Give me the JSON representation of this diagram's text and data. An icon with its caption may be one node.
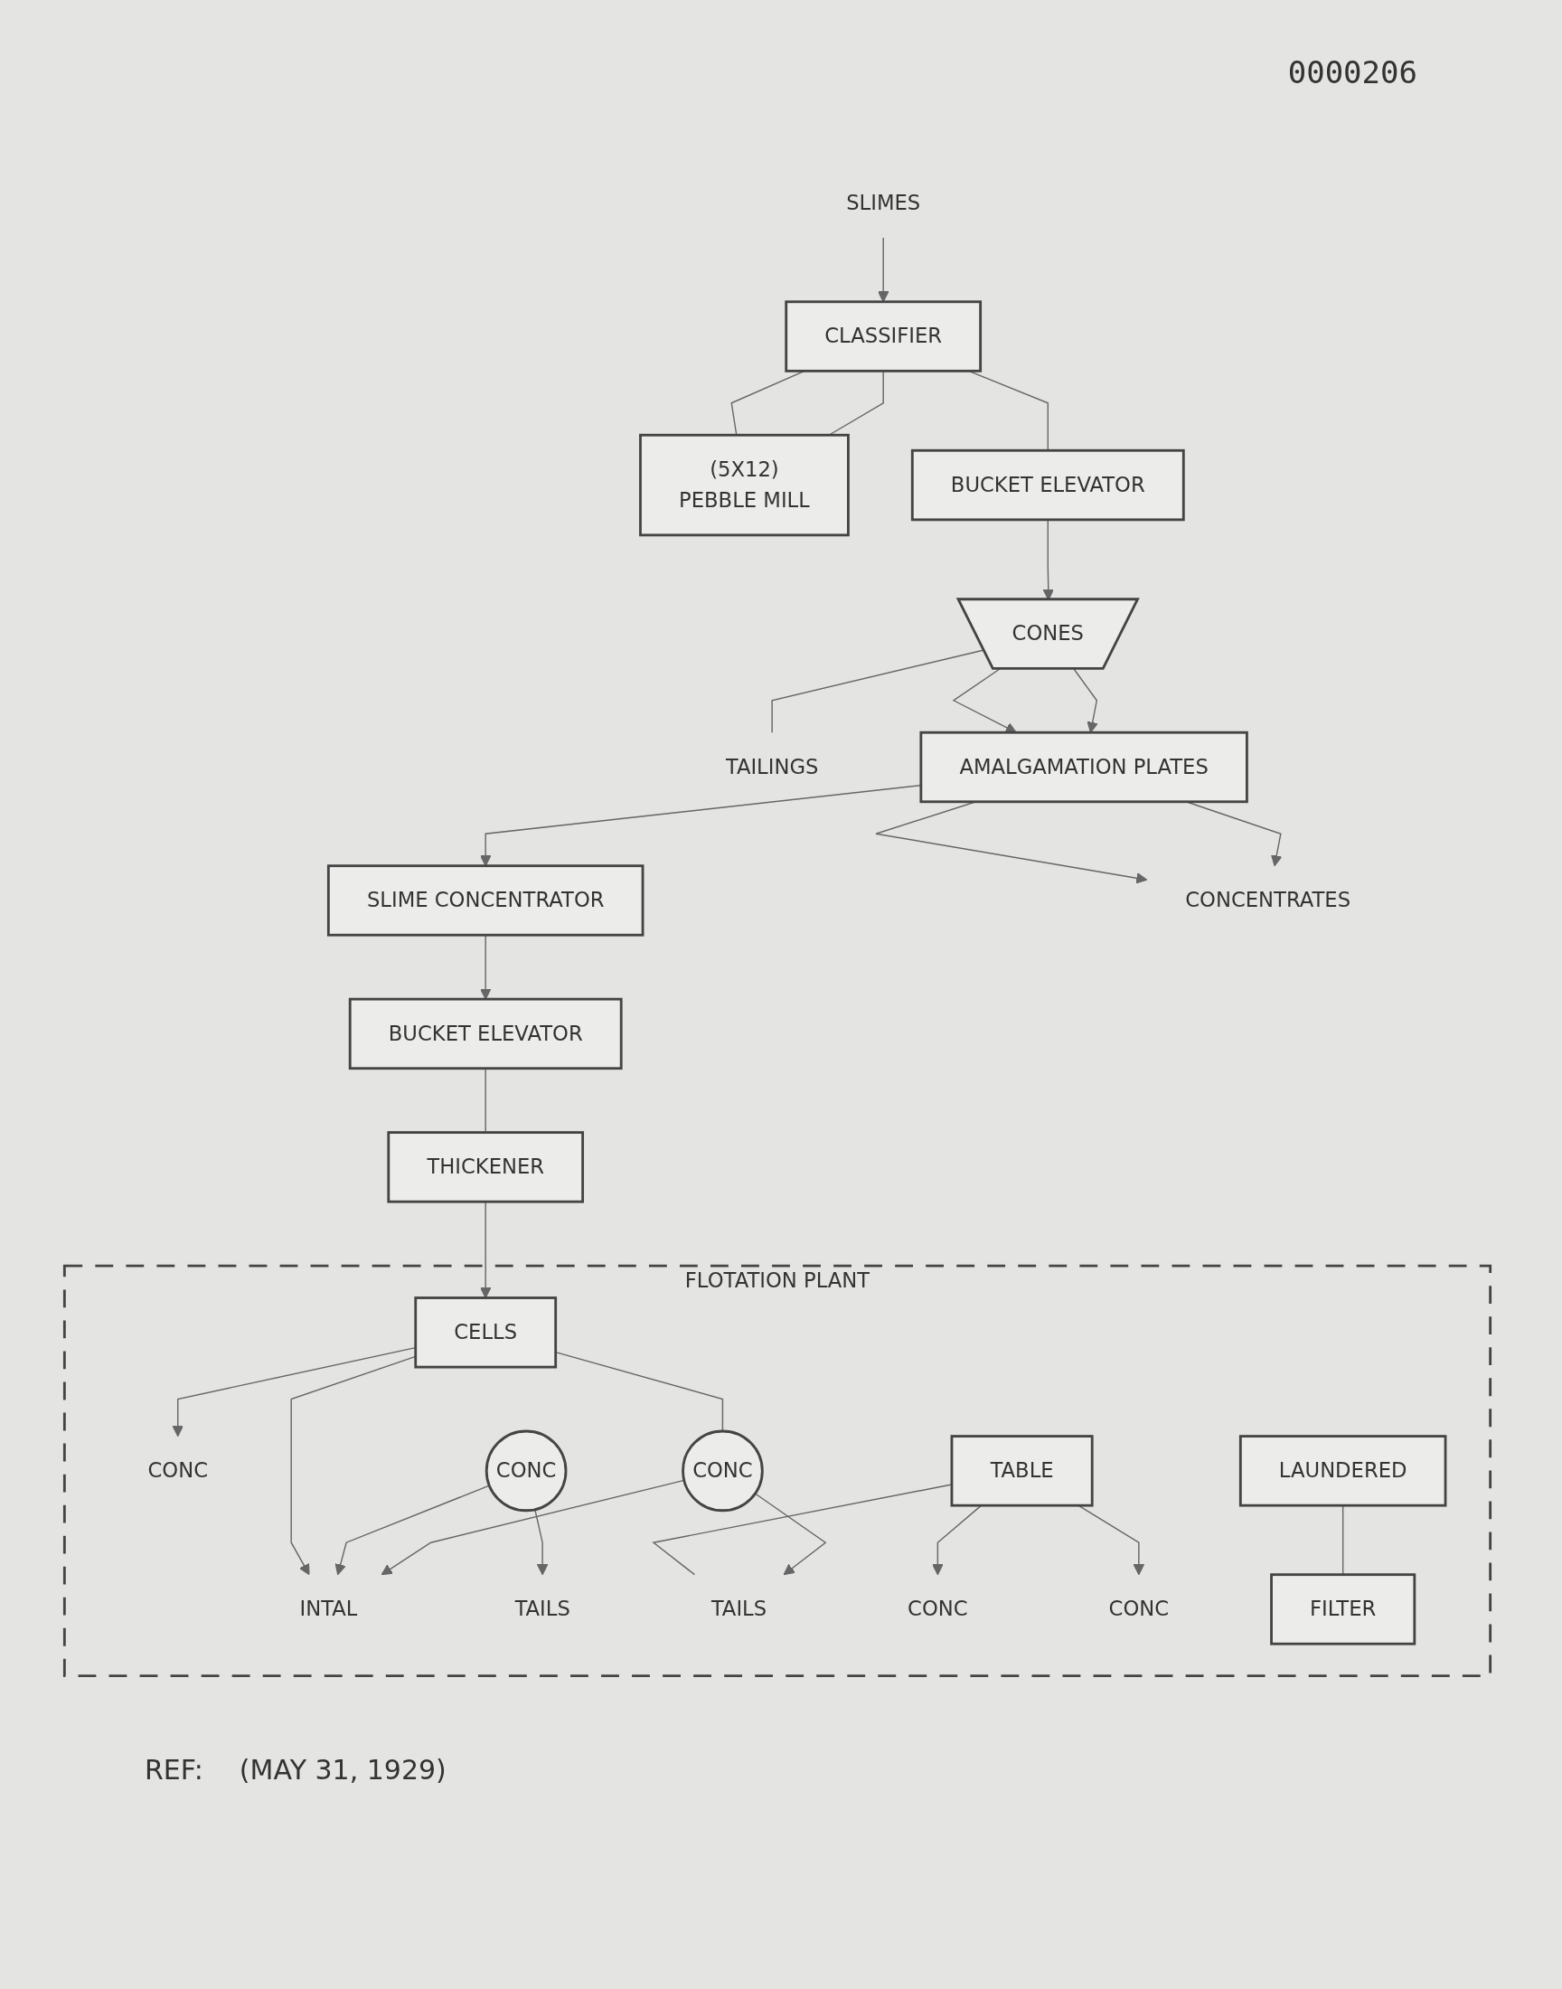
{
  "diagram": {
    "nodes": [
      {
        "text": [
          "SLIMES"
        ]
      },
      {
        "text": [
          "CLASSIFIER"
        ]
      },
      {
        "text": [
          "(5X12)",
          "PEBBLE MILL"
        ]
      },
      {
        "text": [
          "BUCKET ELEVATOR"
        ]
      },
      {
        "text": [
          "CONES"
        ]
      },
      {
        "text": [
          "TAILINGS"
        ]
      },
      {
        "text": [
          "AMALGAMATION PLATES"
        ]
      },
      {
        "text": [
          "SLIME CONCENTRATOR"
        ]
      },
      {
        "text": [
          "CONCENTRATES"
        ]
      },
      {
        "text": [
          "BUCKET ELEVATOR"
        ]
      },
      {
        "text": [
          "THICKENER"
        ]
      },
      {
        "text": [
          "FLOTATION PLANT"
        ]
      },
      {
        "text": [
          "CELLS"
        ],
        "in": 11
      },
      {
        "text": [
          "CONC"
        ],
        "in": 11
      },
      {
        "text": [
          "INTAL"
        ],
        "in": 11
      },
      {
        "text": [
          "TAILS"
        ],
        "in": 11
      },
      {
        "text": [
          "CONC"
        ],
        "in": 11
      },
      {
        "text": [
          "TAILS"
        ],
        "in": 11
      },
      {
        "text": [
          "CONC"
        ],
        "in": 11
      },
      {
        "text": [
          "TABLE"
        ],
        "in": 11
      },
      {
        "text": [
          "CONC"
        ],
        "in": 11
      },
      {
        "text": [
          "CONC"
        ],
        "in": 11
      },
      {
        "text": [
          "LAUNDERED"
        ],
        "in": 11
      },
      {
        "text": [
          "FILTER"
        ],
        "in": 11
      }
    ],
    "edges": [
      {
        "from": 0,
        "to": 1,
        "arrow": "to"
      },
      {
        "from": 1,
        "to": 3,
        "arrow": "none"
      },
      {
        "from": 1,
        "to": 2,
        "arrow": "none"
      },
      {
        "from": 1,
        "to": 2,
        "arrow": "none"
      },
      {
        "from": 3,
        "to": 4,
        "arrow": "to"
      },
      {
        "from": 4,
        "to": 5,
        "arrow": "none"
      },
      {
        "from": 4,
        "to": 6,
        "arrow": "to"
      },
      {
        "from": 4,
        "to": 6,
        "arrow": "to"
      },
      {
        "from": 6,
        "to": 7,
        "arrow": "to"
      },
      {
        "from": 6,
        "to": 8,
        "arrow": "to"
      },
      {
        "from": 6,
        "to": 8,
        "arrow": "to"
      },
      {
        "from": 7,
        "to": 9,
        "arrow": "to"
      },
      {
        "from": 9,
        "to": 10,
        "arrow": "none"
      },
      {
        "from": 10,
        "to": 12,
        "arrow": "to"
      },
      {
        "from": 12,
        "to": 13,
        "arrow": "to"
      },
      {
        "from": 12,
        "to": 14,
        "arrow": "to"
      },
      {
        "from": 16,
        "to": 15,
        "arrow": "to"
      },
      {
        "from": 16,
        "to": 14,
        "arrow": "to"
      },
      {
        "from": 19,
        "to": 17,
        "arrow": "none"
      },
      {
        "from": 18,
        "to": 17,
        "arrow": "to"
      },
      {
        "from": 18,
        "to": 14,
        "arrow": "to"
      },
      {
        "from": 12,
        "to": 18,
        "arrow": "none"
      },
      {
        "from": 19,
        "to": 20,
        "arrow": "to"
      },
      {
        "from": 19,
        "to": 21,
        "arrow": "to"
      },
      {
        "from": 22,
        "to": 23,
        "arrow": "none"
      }
    ],
    "labels": [
      "0000206",
      "REF:",
      "(MAY 31, 1929)"
    ]
  }
}
